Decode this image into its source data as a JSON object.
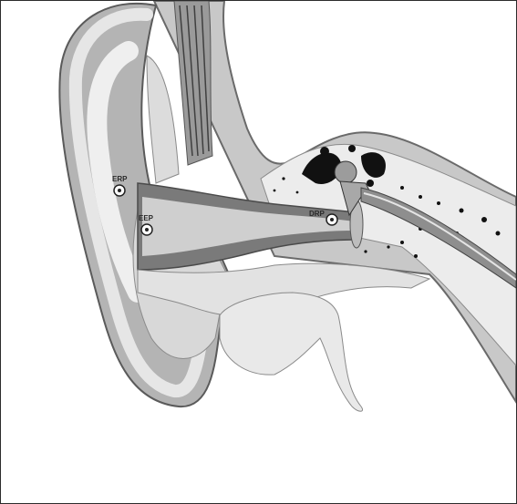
{
  "diagram": {
    "points": [
      {
        "id": "erp",
        "label": "ERP"
      },
      {
        "id": "eep",
        "label": "EEP"
      },
      {
        "id": "drp",
        "label": "DRP"
      }
    ]
  }
}
